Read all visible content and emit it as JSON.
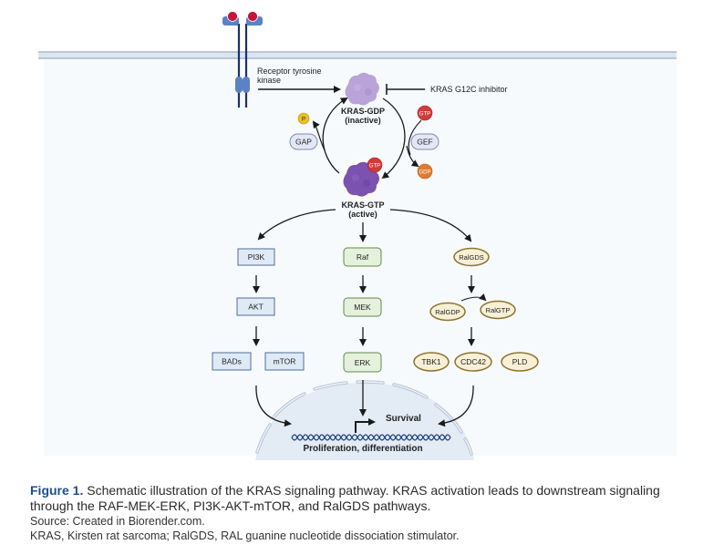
{
  "diagram": {
    "receptor": {
      "label_line1": "Receptor tyrosine",
      "label_line2": "kinase"
    },
    "inhibitor": {
      "label": "KRAS G12C inhibitor"
    },
    "kras_gdp": {
      "label_line1": "KRAS-GDP",
      "label_line2": "(inactive)"
    },
    "kras_gtp": {
      "label_line1": "KRAS-GTP",
      "label_line2": "(active)",
      "badge": "GTP"
    },
    "gap": {
      "label": "GAP",
      "phosphate": "P"
    },
    "gef": {
      "label": "GEF",
      "gtp_in": "GTP",
      "gdp_out": "GDP"
    },
    "pi3k_pathway": {
      "nodes": [
        "PI3K",
        "AKT"
      ],
      "effectors": [
        "BADs",
        "mTOR"
      ]
    },
    "raf_pathway": {
      "nodes": [
        "Raf",
        "MEK",
        "ERK"
      ]
    },
    "ral_pathway": {
      "top": "RalGDS",
      "ralgdp": "RalGDP",
      "ralgtp": "RalGTP",
      "effectors": [
        "TBK1",
        "CDC42",
        "PLD"
      ]
    },
    "nucleus": {
      "survival": "Survival",
      "proliferation": "Proliferation, differentiation"
    },
    "colors": {
      "panel_bg": "#f7fafd",
      "membrane": "#b8c9dc",
      "receptor": "#5b82c5",
      "ligand": "#c0173d",
      "kras_gdp": "#b9a3d8",
      "kras_gtp": "#7b52b0",
      "gtp": "#d33a3a",
      "gdp": "#e07a2e",
      "phosphate": "#e8c020",
      "blue_box_fill": "#dfeaf7",
      "blue_box_stroke": "#4f6f96",
      "green_box_fill": "#e4f1dc",
      "green_box_stroke": "#5f8c48",
      "ral_fill": "#f8f0d6",
      "ral_stroke": "#8d7330",
      "nucleus_fill": "#e3ebf4",
      "dna": "#1c3f8a"
    }
  },
  "caption": {
    "figure_label": "Figure 1.",
    "text": " Schematic illustration of the KRAS signaling pathway. KRAS activation leads to downstream signaling through the RAF-MEK-ERK, PI3K-AKT-mTOR, and RalGDS pathways.",
    "source": "Source: Created in Biorender.com.",
    "abbreviations": "KRAS, Kirsten rat sarcoma; RalGDS, RAL guanine nucleotide dissociation stimulator."
  }
}
